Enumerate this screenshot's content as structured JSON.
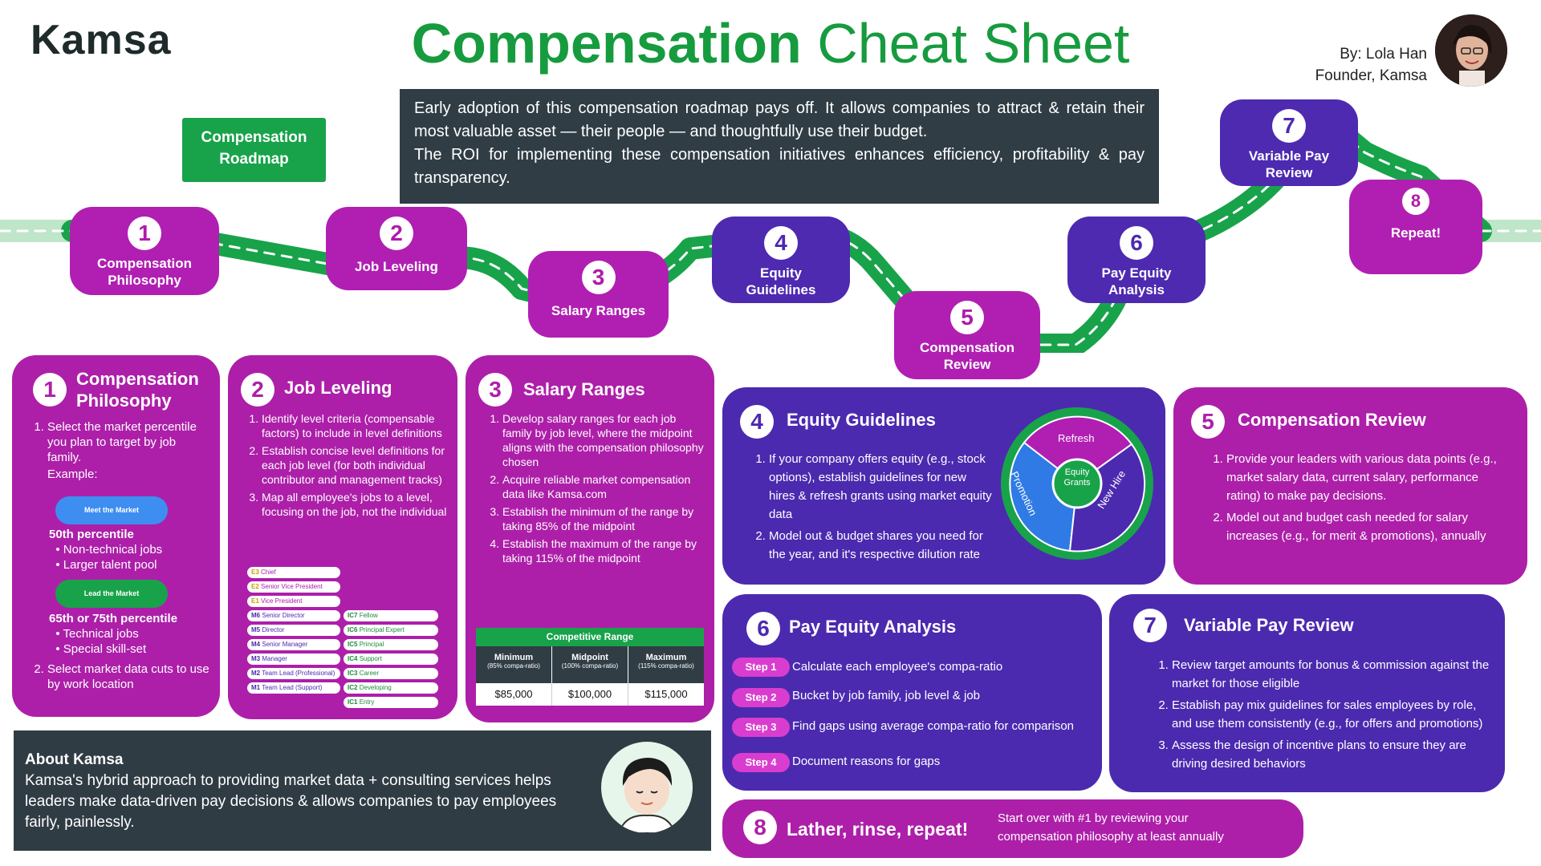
{
  "header": {
    "logo": "Kamsa",
    "title_bold": "Compensation",
    "title_light": "Cheat Sheet",
    "byline_1": "By: Lola Han",
    "byline_2": "Founder, Kamsa"
  },
  "intro": {
    "line_1": "Early adoption of this compensation roadmap pays off. It allows companies to attract & retain their most valuable asset — their people — and thoughtfully use their budget.",
    "line_2": "The ROI for implementing these compensation initiatives enhances efficiency, profitability & pay transparency."
  },
  "roadmap_tag": "Compensation Roadmap",
  "nodes": [
    {
      "num": "1",
      "label": "Compensation Philosophy"
    },
    {
      "num": "2",
      "label": "Job Leveling"
    },
    {
      "num": "3",
      "label": "Salary Ranges"
    },
    {
      "num": "4",
      "label": "Equity Guidelines"
    },
    {
      "num": "5",
      "label": "Compensation Review"
    },
    {
      "num": "6",
      "label": "Pay Equity Analysis"
    },
    {
      "num": "7",
      "label": "Variable Pay Review"
    },
    {
      "num": "8",
      "label": "Repeat!"
    }
  ],
  "card1": {
    "num": "1",
    "title": "Compensation Philosophy",
    "item1": "Select the market percentile you plan to target by job family.",
    "example": "Example:",
    "pill_a": "Meet the Market",
    "pct_a": "50th percentile",
    "bul_a1": "Non-technical jobs",
    "bul_a2": "Larger talent pool",
    "pill_b": "Lead the Market",
    "pct_b": "65th or 75th percentile",
    "bul_b1": "Technical jobs",
    "bul_b2": "Special skill-set",
    "item2": "Select market data cuts to use by work location"
  },
  "card2": {
    "num": "2",
    "title": "Job Leveling",
    "item1": "Identify level criteria (compensable factors) to include in level definitions",
    "item2": "Establish concise level definitions for each job level (for both individual contributor and management tracks)",
    "item3": "Map all employee's jobs to a level, focusing on the job, not the individual",
    "exec": [
      {
        "code": "E3",
        "name": "Chief"
      },
      {
        "code": "E2",
        "name": "Senior Vice President"
      },
      {
        "code": "E1",
        "name": "Vice President"
      }
    ],
    "mgmt": [
      {
        "code": "M6",
        "name": "Senior Director"
      },
      {
        "code": "M5",
        "name": "Director"
      },
      {
        "code": "M4",
        "name": "Senior Manager"
      },
      {
        "code": "M3",
        "name": "Manager"
      },
      {
        "code": "M2",
        "name": "Team Lead (Professional)"
      },
      {
        "code": "M1",
        "name": "Team Lead (Support)"
      }
    ],
    "ic": [
      {
        "code": "IC7",
        "name": "Fellow"
      },
      {
        "code": "IC6",
        "name": "Principal Expert"
      },
      {
        "code": "IC5",
        "name": "Principal"
      },
      {
        "code": "IC4",
        "name": "Support"
      },
      {
        "code": "IC3",
        "name": "Career"
      },
      {
        "code": "IC2",
        "name": "Developing"
      },
      {
        "code": "IC1",
        "name": "Entry"
      }
    ]
  },
  "card3": {
    "num": "3",
    "title": "Salary Ranges",
    "item1": "Develop salary ranges for each job family by job level, where the midpoint aligns with the compensation philosophy chosen",
    "item2": "Acquire reliable market compensation data like Kamsa.com",
    "item3": "Establish the minimum of the range by taking 85% of the midpoint",
    "item4": "Establish the maximum of the range by taking 115% of the midpoint",
    "table_title": "Competitive Range",
    "col1": "Minimum",
    "col1_sub": "(85% compa-ratio)",
    "val1": "$85,000",
    "col2": "Midpoint",
    "col2_sub": "(100% compa-ratio)",
    "val2": "$100,000",
    "col3": "Maximum",
    "col3_sub": "(115% compa-ratio)",
    "val3": "$115,000"
  },
  "card4": {
    "num": "4",
    "title": "Equity Guidelines",
    "item1": "If your company offers equity (e.g., stock options), establish guidelines for new hires & refresh grants using market equity data",
    "item2": "Model out & budget shares you need for the year, and it's respective dilution rate",
    "wheel_center": "Equity Grants",
    "wheel_top": "Refresh",
    "wheel_left": "Promotion",
    "wheel_right": "New Hire",
    "colors": {
      "refresh": "#b01fb2",
      "promotion": "#2f7ae5",
      "newhire": "#4b2aaf",
      "ring": "#18a34a"
    }
  },
  "card5": {
    "num": "5",
    "title": "Compensation Review",
    "item1": "Provide your leaders with various data points (e.g., market salary data, current salary, performance rating) to make pay decisions.",
    "item2": "Model out and budget cash needed for salary increases (e.g., for merit & promotions), annually"
  },
  "card6": {
    "num": "6",
    "title": "Pay Equity Analysis",
    "steps": [
      {
        "tag": "Step 1",
        "text": "Calculate each employee's compa-ratio"
      },
      {
        "tag": "Step 2",
        "text": "Bucket by job family, job level & job"
      },
      {
        "tag": "Step 3",
        "text": "Find gaps using average compa-ratio for comparison"
      },
      {
        "tag": "Step 4",
        "text": "Document reasons for gaps"
      }
    ]
  },
  "card7": {
    "num": "7",
    "title": "Variable Pay Review",
    "item1": "Review target amounts for bonus & commission against the market for those eligible",
    "item2": "Establish pay mix guidelines for sales employees by role, and use them consistently (e.g., for offers and promotions)",
    "item3": "Assess the design of incentive plans to ensure they are driving desired behaviors"
  },
  "card8": {
    "num": "8",
    "title": "Lather, rinse, repeat!",
    "text": "Start over with #1 by reviewing your compensation philosophy at least annually"
  },
  "about": {
    "title": "About Kamsa",
    "text": "Kamsa's hybrid approach to providing market data + consulting services helps leaders make data-driven pay decisions & allows companies to pay employees fairly, painlessly."
  },
  "colors": {
    "green": "#18a34a",
    "magenta": "#ad1fa9",
    "indigo": "#4b2aaf",
    "slate": "#2f3c44"
  }
}
